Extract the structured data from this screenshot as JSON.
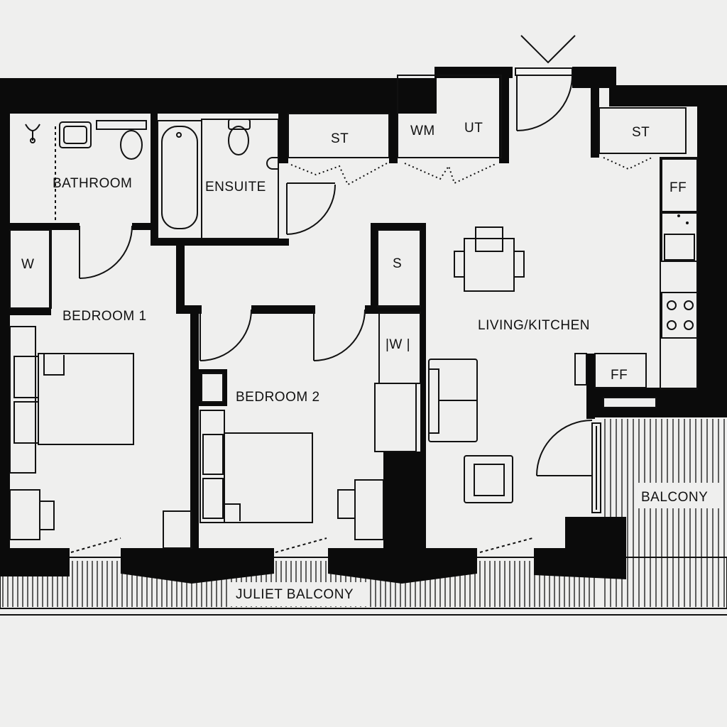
{
  "colors": {
    "background": "#efefee",
    "wall": "#0b0b0b",
    "line": "#111111"
  },
  "labels": {
    "bathroom": "BATHROOM",
    "ensuite": "ENSUITE",
    "st_left": "ST",
    "wm": "WM",
    "ut": "UT",
    "st_right": "ST",
    "ff_top": "FF",
    "w_left": "W",
    "s": "S",
    "bedroom1": "BEDROOM 1",
    "living_kitchen": "LIVING/KITCHEN",
    "w_mid": "|W |",
    "ff_bottom": "FF",
    "bedroom2": "BEDROOM 2",
    "balcony": "BALCONY",
    "juliet_balcony": "JULIET BALCONY"
  }
}
